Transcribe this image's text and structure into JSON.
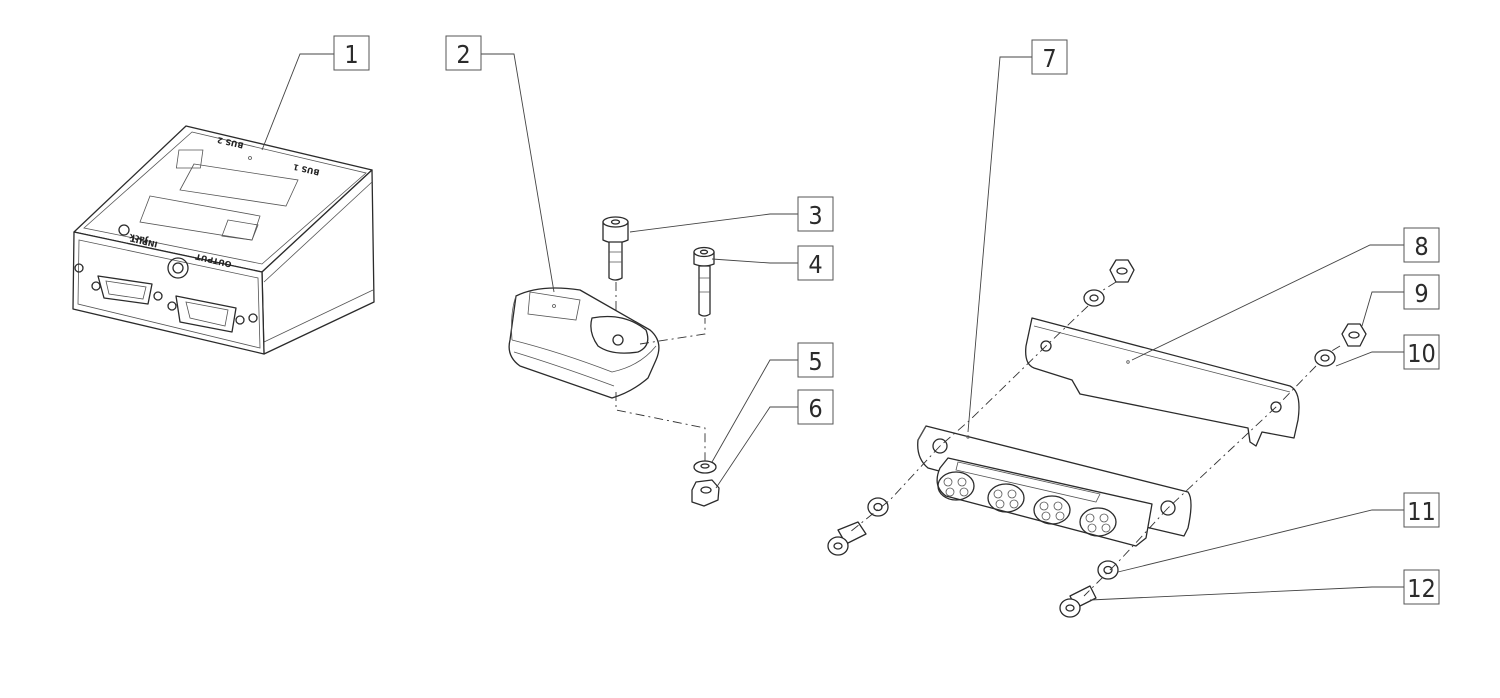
{
  "callouts": [
    {
      "n": "1"
    },
    {
      "n": "2"
    },
    {
      "n": "3"
    },
    {
      "n": "4"
    },
    {
      "n": "5"
    },
    {
      "n": "6"
    },
    {
      "n": "7"
    },
    {
      "n": "8"
    },
    {
      "n": "9"
    },
    {
      "n": "10"
    },
    {
      "n": "11"
    },
    {
      "n": "12"
    }
  ],
  "device_labels": {
    "bus1": "BUS 1",
    "bus2": "BUS 2",
    "input": "INPUT",
    "jack": "Jack",
    "output": "OUTPUT"
  }
}
